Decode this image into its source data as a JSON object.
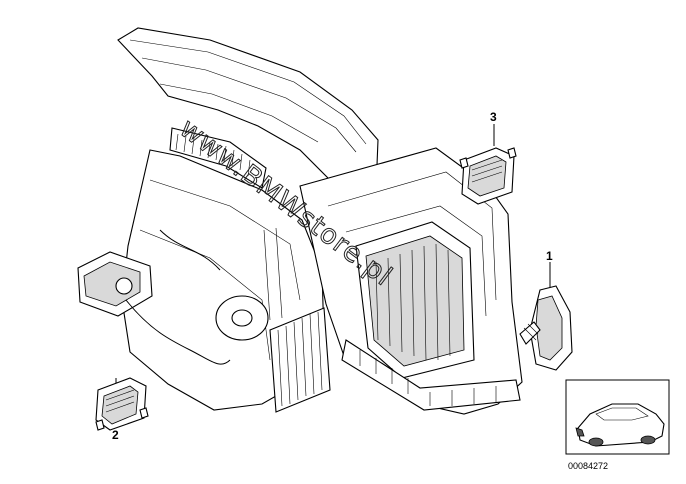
{
  "diagram": {
    "callouts": [
      {
        "id": "1",
        "label": "1"
      },
      {
        "id": "2",
        "label": "2"
      },
      {
        "id": "3",
        "label": "3"
      }
    ],
    "watermark": "www.BMWstore.pl",
    "reference_number": "00084272"
  }
}
